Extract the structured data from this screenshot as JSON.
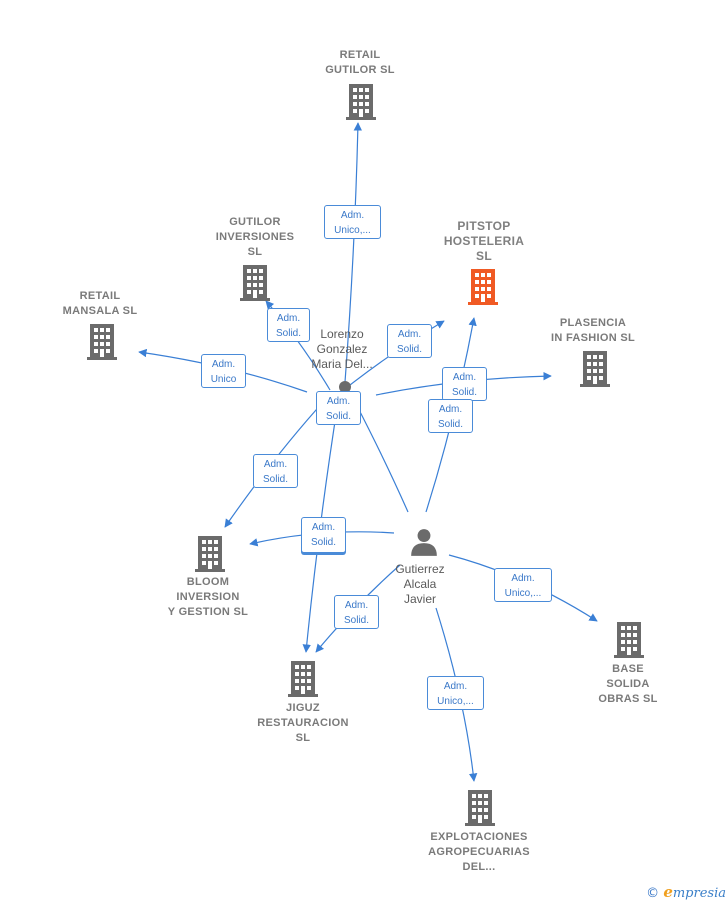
{
  "colors": {
    "edge": "#3a7fd5",
    "building": "#6b6b6b",
    "building_highlight": "#f05a24",
    "person": "#6b6b6b"
  },
  "companies": {
    "retail_gutilor": "RETAIL\nGUTILOR  SL",
    "gutilor_inversiones": "GUTILOR\nINVERSIONES\nSL",
    "pitstop_hosteleria": "PITSTOP\nHOSTELERIA\nSL",
    "retail_mansala": "RETAIL\nMANSALA  SL",
    "plasencia_in_fashion": "PLASENCIA\nIN FASHION SL",
    "bloom_inversion": "BLOOM\nINVERSION\nY GESTION  SL",
    "jiguz_restauracion": "JIGUZ\nRESTAURACION\nSL",
    "base_solida_obras": "BASE\nSOLIDA\nOBRAS  SL",
    "explotaciones_agropecuarias": "EXPLOTACIONES\nAGROPECUARIAS\nDEL..."
  },
  "persons": {
    "lorenzo": "Lorenzo\nGonzalez\nMaria Del...",
    "gutierrez": "Gutierrez\nAlcala\nJavier"
  },
  "roles": {
    "adm_unico_trunc": "Adm.\nUnico,...",
    "adm_solid": "Adm.\nSolid.",
    "adm_unico": "Adm.\nUnico"
  },
  "footer": {
    "copyright": "©",
    "brand_initial": "e",
    "brand_rest": "mpresia"
  }
}
